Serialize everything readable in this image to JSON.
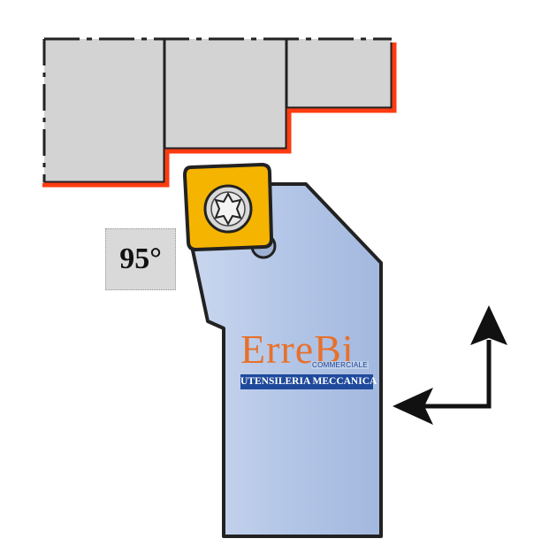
{
  "angle_label": "95°",
  "brand": {
    "name": "ErreBi",
    "subtitle": "COMMERCIALE",
    "tagline": "UTENSILERIA MECCANICA"
  },
  "icons": {
    "insert_screw": "torx-screw-icon",
    "direction": "feed-direction-arrows-icon"
  },
  "colors": {
    "workpiece_fill": "#d3d3d3",
    "machined_edge": "#ff3b12",
    "holder_fill": "#b7c9e8",
    "insert_fill": "#f5b400",
    "brand_orange": "#e8702a",
    "brand_blue": "#1f4a9c"
  }
}
